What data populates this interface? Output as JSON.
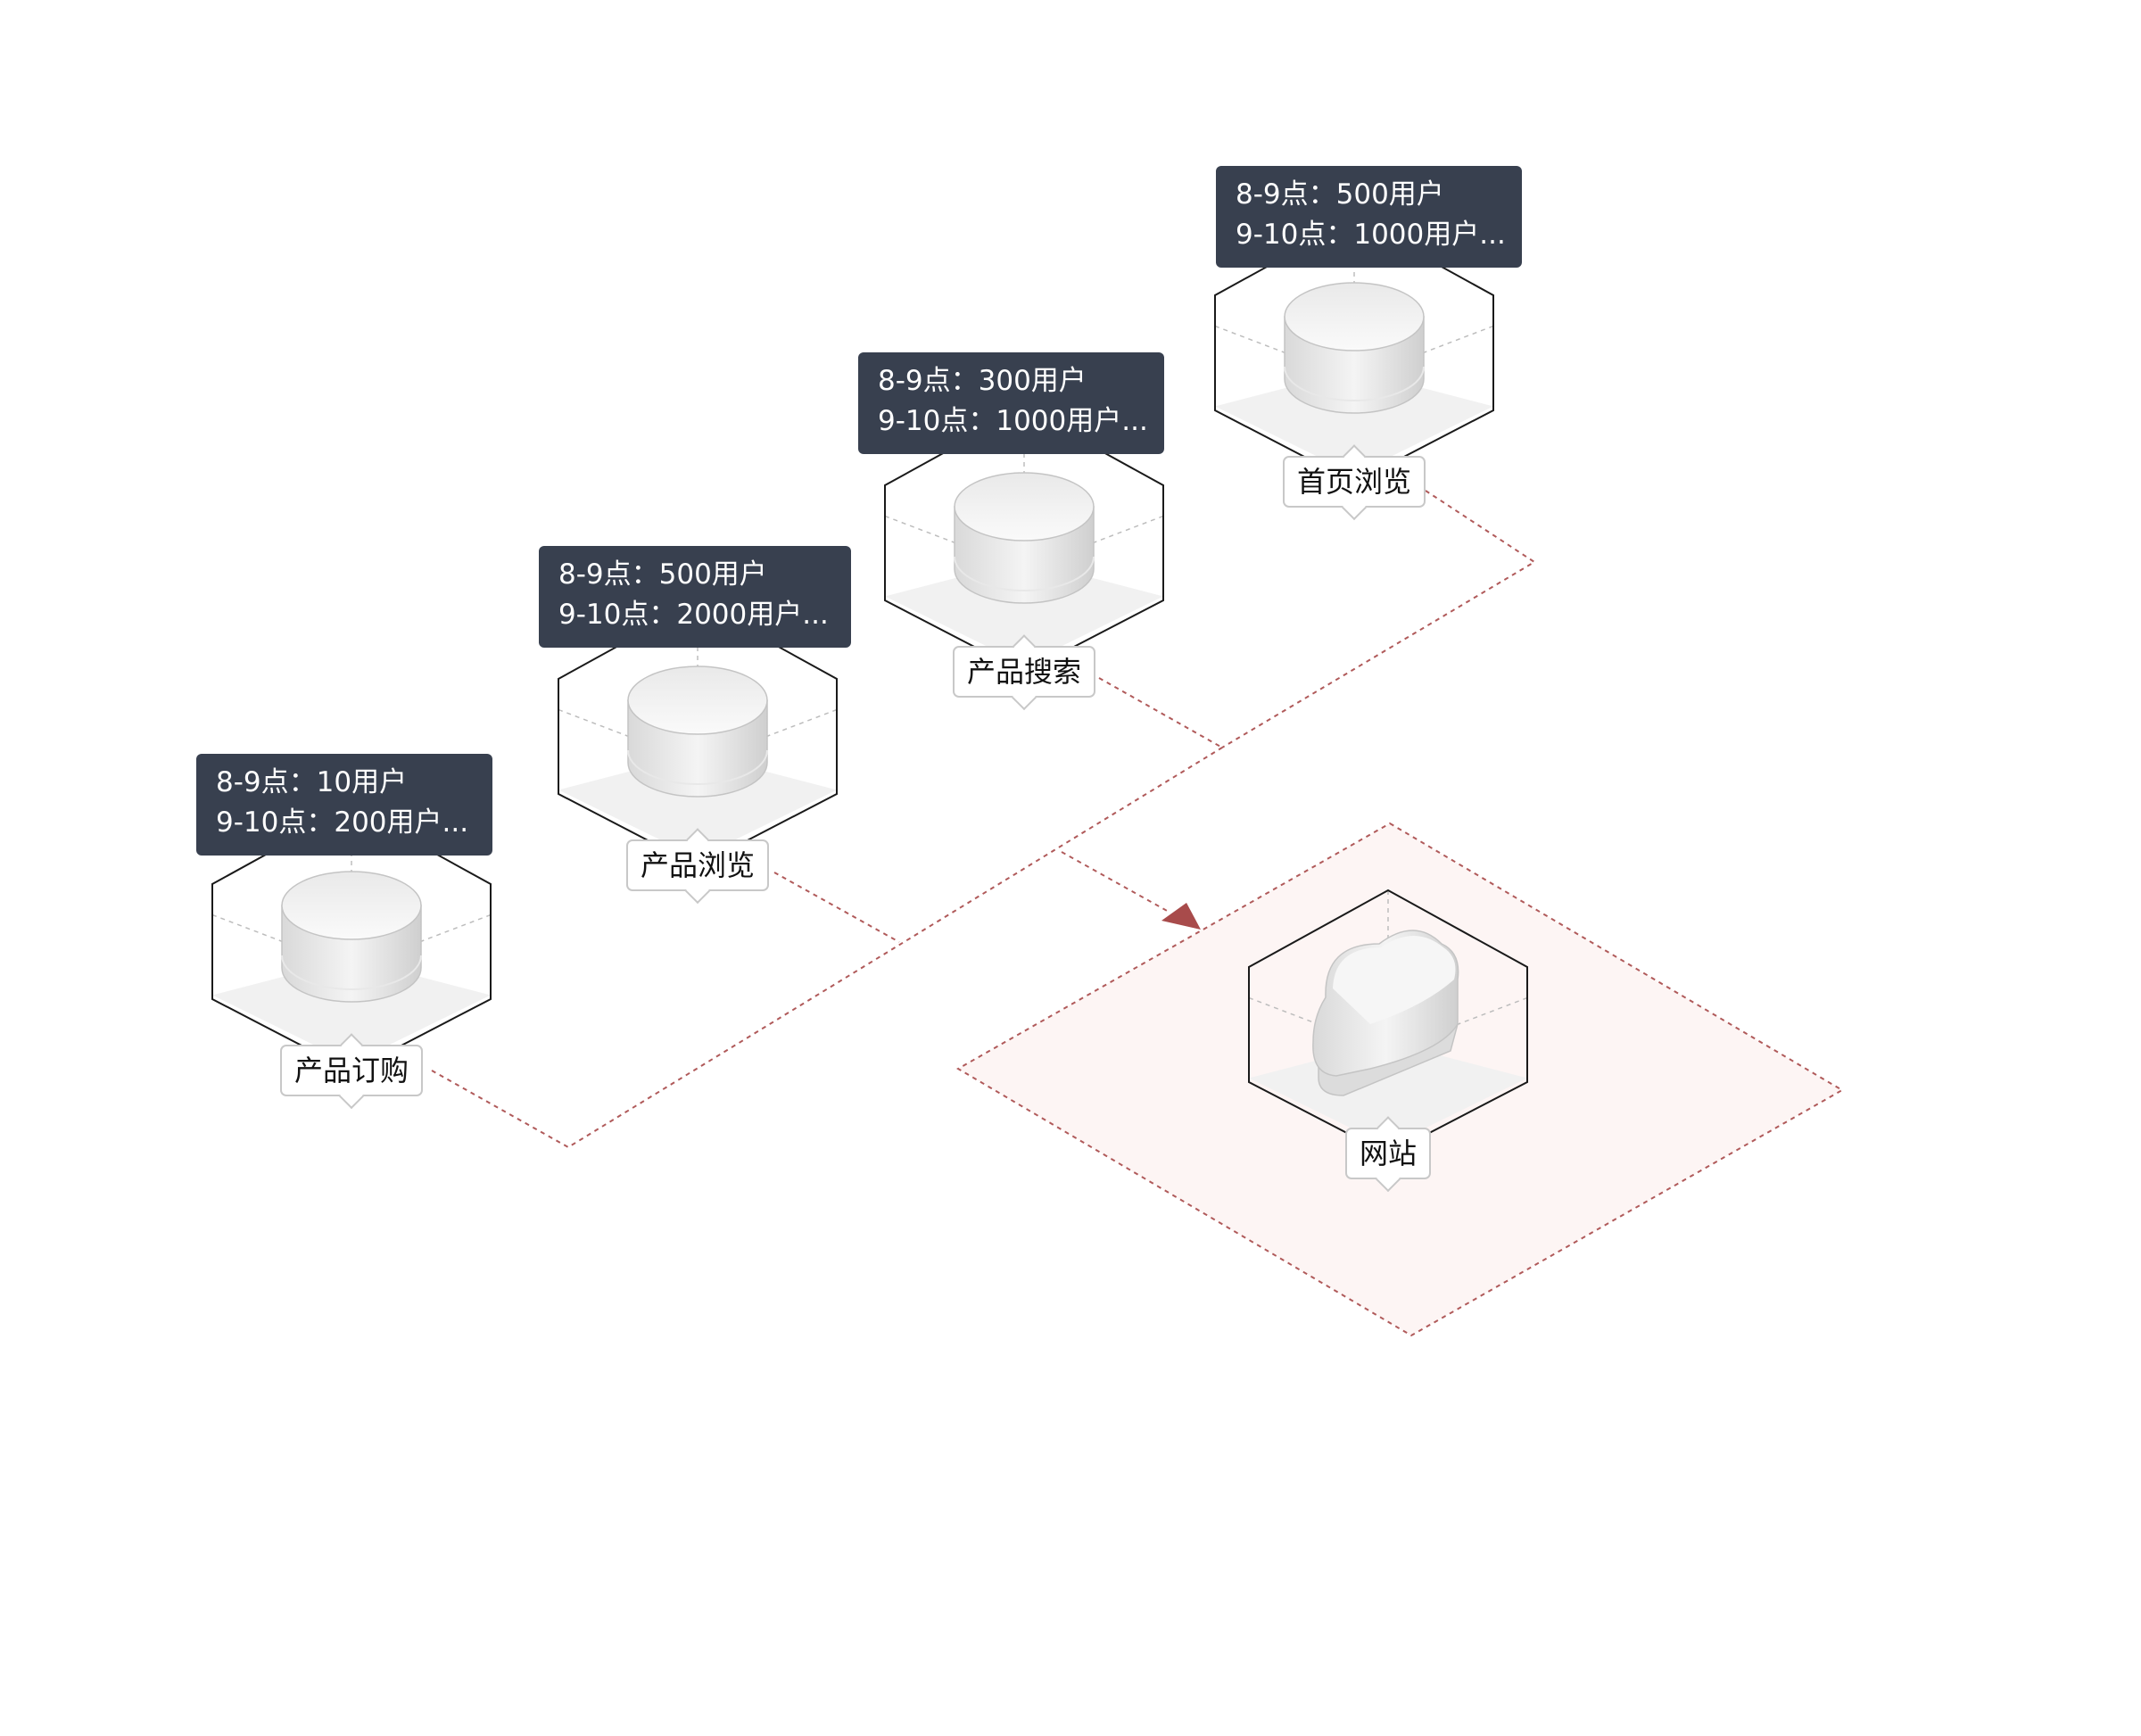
{
  "nodes": [
    {
      "id": "homepage",
      "label": "首页浏览",
      "line1": "8-9点：500用户",
      "line2": "9-10点：1000用户..."
    },
    {
      "id": "search",
      "label": "产品搜索",
      "line1": "8-9点：300用户",
      "line2": "9-10点：1000用户..."
    },
    {
      "id": "browse",
      "label": "产品浏览",
      "line1": "8-9点：500用户",
      "line2": "9-10点：2000用户..."
    },
    {
      "id": "order",
      "label": "产品订购",
      "line1": "8-9点：10用户",
      "line2": "9-10点：200用户..."
    }
  ],
  "target": {
    "label": "网站",
    "icon": "cloud-icon"
  },
  "node_icon": "database-icon",
  "colors": {
    "tooltip_bg": "#38404f",
    "connector": "#b05a5a",
    "zone_fill": "#fdf5f4",
    "arrow": "#a84b4b"
  }
}
